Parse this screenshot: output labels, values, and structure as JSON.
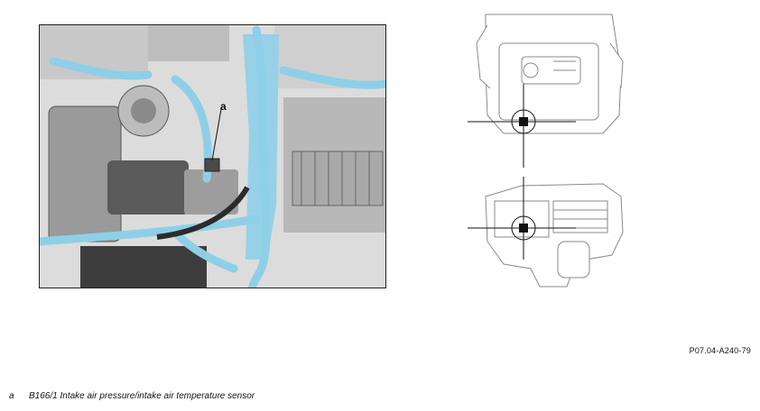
{
  "figure": {
    "callout_letter": "a",
    "figure_code": "P07.04-A240-79"
  },
  "legend": [
    {
      "key": "a",
      "text": "B166/1 Intake air pressure/intake air temperature sensor"
    }
  ],
  "colors": {
    "highlight": "#8ecfe8",
    "metal_light": "#d9d9d9",
    "metal_dark": "#4a4a4a",
    "line": "#333333"
  }
}
